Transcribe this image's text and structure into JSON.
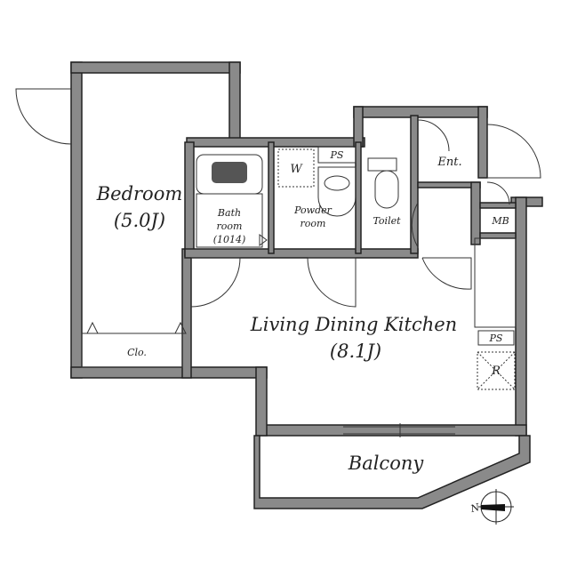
{
  "rooms": {
    "bedroom": {
      "name": "Bedroom",
      "size": "(5.0J)"
    },
    "closet": {
      "name": "Clo."
    },
    "bath": {
      "line1": "Bath",
      "line2": "room",
      "line3": "(1014)"
    },
    "powder": {
      "line1": "Powder",
      "line2": "room"
    },
    "washer": {
      "name": "W"
    },
    "ps_top": {
      "name": "PS"
    },
    "toilet": {
      "name": "Toilet"
    },
    "entrance": {
      "name": "Ent."
    },
    "mb": {
      "name": "MB"
    },
    "ldk": {
      "name": "Living Dining Kitchen",
      "size": "(8.1J)"
    },
    "ps_kitchen": {
      "name": "PS"
    },
    "fridge": {
      "name": "R"
    },
    "balcony": {
      "name": "Balcony"
    }
  },
  "compass": {
    "label": "N",
    "icon": "north-arrow-icon"
  }
}
